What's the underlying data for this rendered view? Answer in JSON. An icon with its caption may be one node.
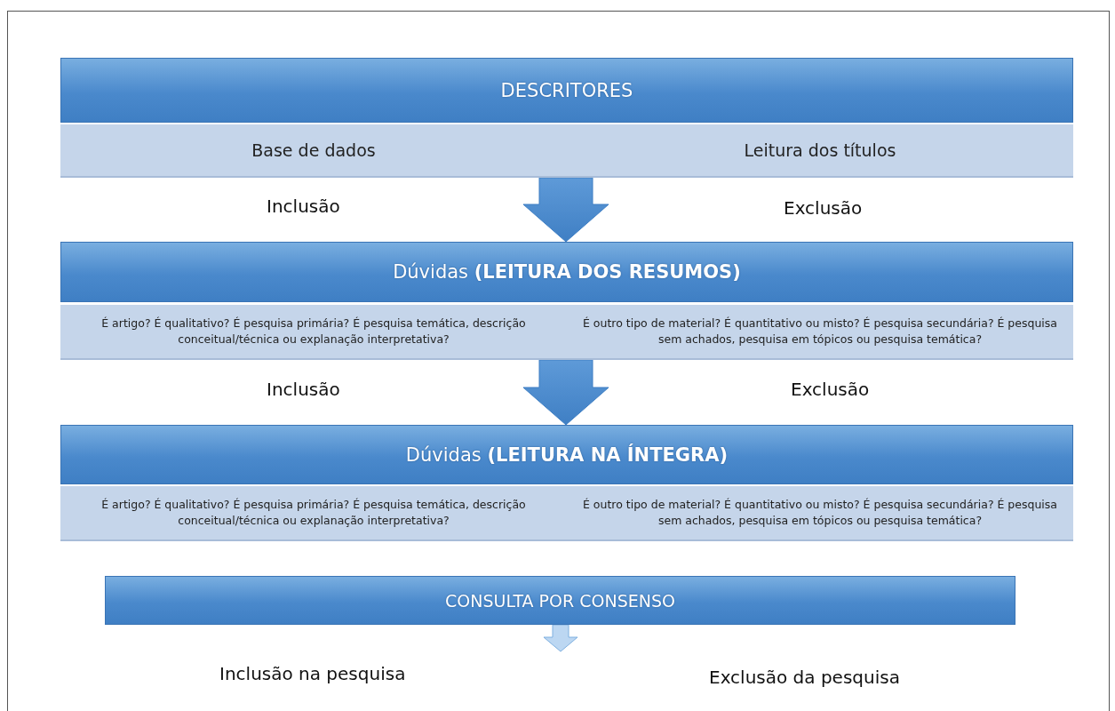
{
  "diagram": {
    "nodes": [
      {
        "text": [
          "DESCRITORES"
        ]
      },
      {
        "text": [
          "Base de dados"
        ]
      },
      {
        "text": [
          "Leitura dos títulos"
        ]
      },
      {
        "text": [
          "Dúvidas **(LEITURA DOS RESUMOS)**"
        ]
      },
      {
        "text": [
          "É artigo?  É qualitativo? É pesquisa primária? É pesquisa temática, descrição conceitual/técnica ou explanação interpretativa?"
        ]
      },
      {
        "text": [
          "É outro tipo de material? É quantitativo ou misto? É pesquisa secundária? É pesquisa  sem achados, pesquisa em tópicos  ou pesquisa temática?"
        ]
      },
      {
        "text": [
          "Dúvidas **(LEITURA NA ÍNTEGRA)**"
        ]
      },
      {
        "text": [
          "É artigo?  É qualitativo? É pesquisa primária? É pesquisa temática, descrição conceitual/técnica ou explanação interpretativa?"
        ]
      },
      {
        "text": [
          "É outro tipo de material? É quantitativo ou misto? É pesquisa secundária? É pesquisa  sem achados, pesquisa em tópicos  ou pesquisa temática?"
        ]
      },
      {
        "text": [
          "CONSULTA POR CONSENSO"
        ]
      }
    ],
    "edges": [
      {
        "from": null,
        "to": 3,
        "arrow": "to"
      },
      {
        "from": null,
        "to": 6,
        "arrow": "to"
      },
      {
        "from": 9,
        "to": null,
        "arrow": "to"
      }
    ],
    "labels": [
      "Inclusão",
      "Exclusão",
      "Inclusão",
      "Exclusão",
      "Inclusão na pesquisa",
      "Exclusão da pesquisa"
    ]
  }
}
